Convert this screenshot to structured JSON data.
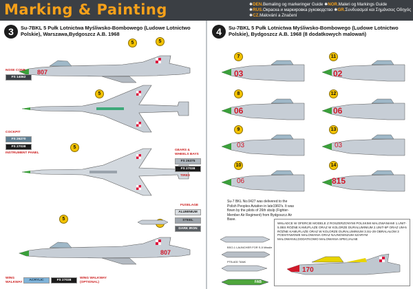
{
  "header": {
    "title": "Marking & Painting",
    "languages": [
      {
        "code": "DEN.",
        "text": "Bemaling og markeringer Guide"
      },
      {
        "code": "NOR.",
        "text": "Maleri og Markings Guide"
      },
      {
        "code": "RUS.",
        "text": "Окраска и маркировка руководство"
      },
      {
        "code": "GR.",
        "text": "Συνδυασμοί και Σημάνσεις Οδηγός"
      },
      {
        "code": "CZ.",
        "text": "Malování a Značení"
      }
    ]
  },
  "left_panel": {
    "number": "3",
    "heading": "Su-7BKL 5 Pułk Lotnictwa Myśliwsko-Bombowego (Ludowe Lotnictwo Polskie), Warszawa,Bydgoszcz A.B. 1968",
    "aircraft_code": "807",
    "callouts": [
      "5",
      "5",
      "5",
      "5",
      "5",
      "5"
    ],
    "labels": {
      "nose_cone": "NOSE CONE",
      "nose_cone_code": "FS 14062",
      "cockpit": "COCKPIT",
      "cockpit_code1": "FS 26270",
      "cockpit_code2": "FS 27038",
      "instrument_panel": "INSTRUMENT PANEL",
      "gears": "GEARS & WHEELS BAYS",
      "gears_code1": "FS 26375",
      "gears_code2": "FS 27038",
      "tires": "TIRES",
      "fuselage": "FUSELAGE",
      "aluminium": "ALUMINIUM",
      "steel": "STEEL",
      "dark_iron": "DARK IRON",
      "wing_walkway": "WING WALKWAY",
      "acrylic": "ACRYLIC",
      "fs_code": "FS 27038",
      "wing_walkway_opt": "WING WALKWAY (OPTIONAL)"
    }
  },
  "right_panel": {
    "number": "4",
    "heading": "Su-7BKL 5 Pułk Lotnictwa Myśliwsko-Bombowego (Ludowe Lotnictwo Polskie), Bydgoszcz A.B. 1968 (8 dodatkowych malowań)",
    "noses": [
      {
        "callout": "7",
        "code": "03"
      },
      {
        "callout": "11",
        "code": "02"
      },
      {
        "callout": "8",
        "code": "06"
      },
      {
        "callout": "12",
        "code": "06"
      },
      {
        "callout": "9",
        "code": "03"
      },
      {
        "callout": "13",
        "code": "03"
      },
      {
        "callout": "10",
        "code": "06"
      },
      {
        "callout": "14",
        "code": "815"
      }
    ],
    "note": "Su-7 BKL No.0427 was delivered to the Polish Peoples Aviation in late1960's. It was flown by the pilots of 26th sbslp (Fighter-Member Air Regiment) from Bydgoszcz Air Base.",
    "pod_label1": "BSO-1 LAUNCHER FOR S-5 Missile",
    "pod_label2": "PTB-600 TANK",
    "pod_label3": "FAB",
    "wik_text": "WKŁADCE W OFERCIE MODELE Z ROSZERZONYMI POLSKIMI MALOWANIAMI 1.UNIT-5.0BS RÓŻNE KAMUFLAŻE ORAZ W KOLORZE DURALUMINIUM 2.UNIT-5P ORAZ UM-5 RÓŻNE KAMUFLAŻE ORAZ W KOLORZE DURALUMINIUM 3.SU-29 OBRALAŁOM 3 PODSTAWOWE MALOWANIA ORAZ NAJNOWSZUM SZARYM MALOWANIU,DODATKOWO MALOWANIA SPECJALNE",
    "profile_code": "170"
  }
}
